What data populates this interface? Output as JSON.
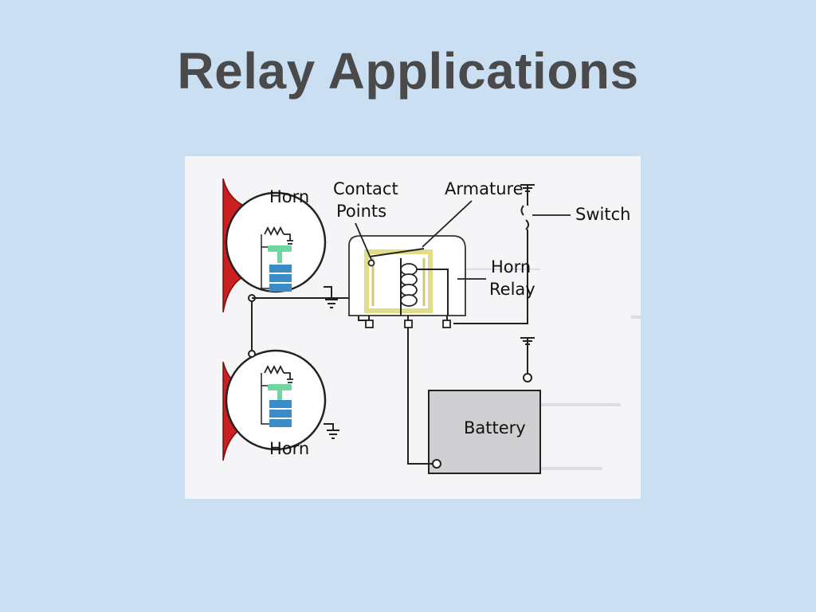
{
  "slide": {
    "title": "Relay Applications"
  },
  "diagram": {
    "labels": {
      "horn_top": "Horn",
      "horn_bottom": "Horn",
      "contact_points_line1": "Contact",
      "contact_points_line2": "Points",
      "armature": "Armature",
      "switch": "Switch",
      "horn_relay_line1": "Horn",
      "horn_relay_line2": "Relay",
      "battery": "Battery"
    },
    "colors": {
      "horn": "#cc2020",
      "coil": "#3a8cc8",
      "armature_disc": "#6fd6a0",
      "relay_frame": "#e8e6a8",
      "battery": "#cfcfd2"
    }
  }
}
